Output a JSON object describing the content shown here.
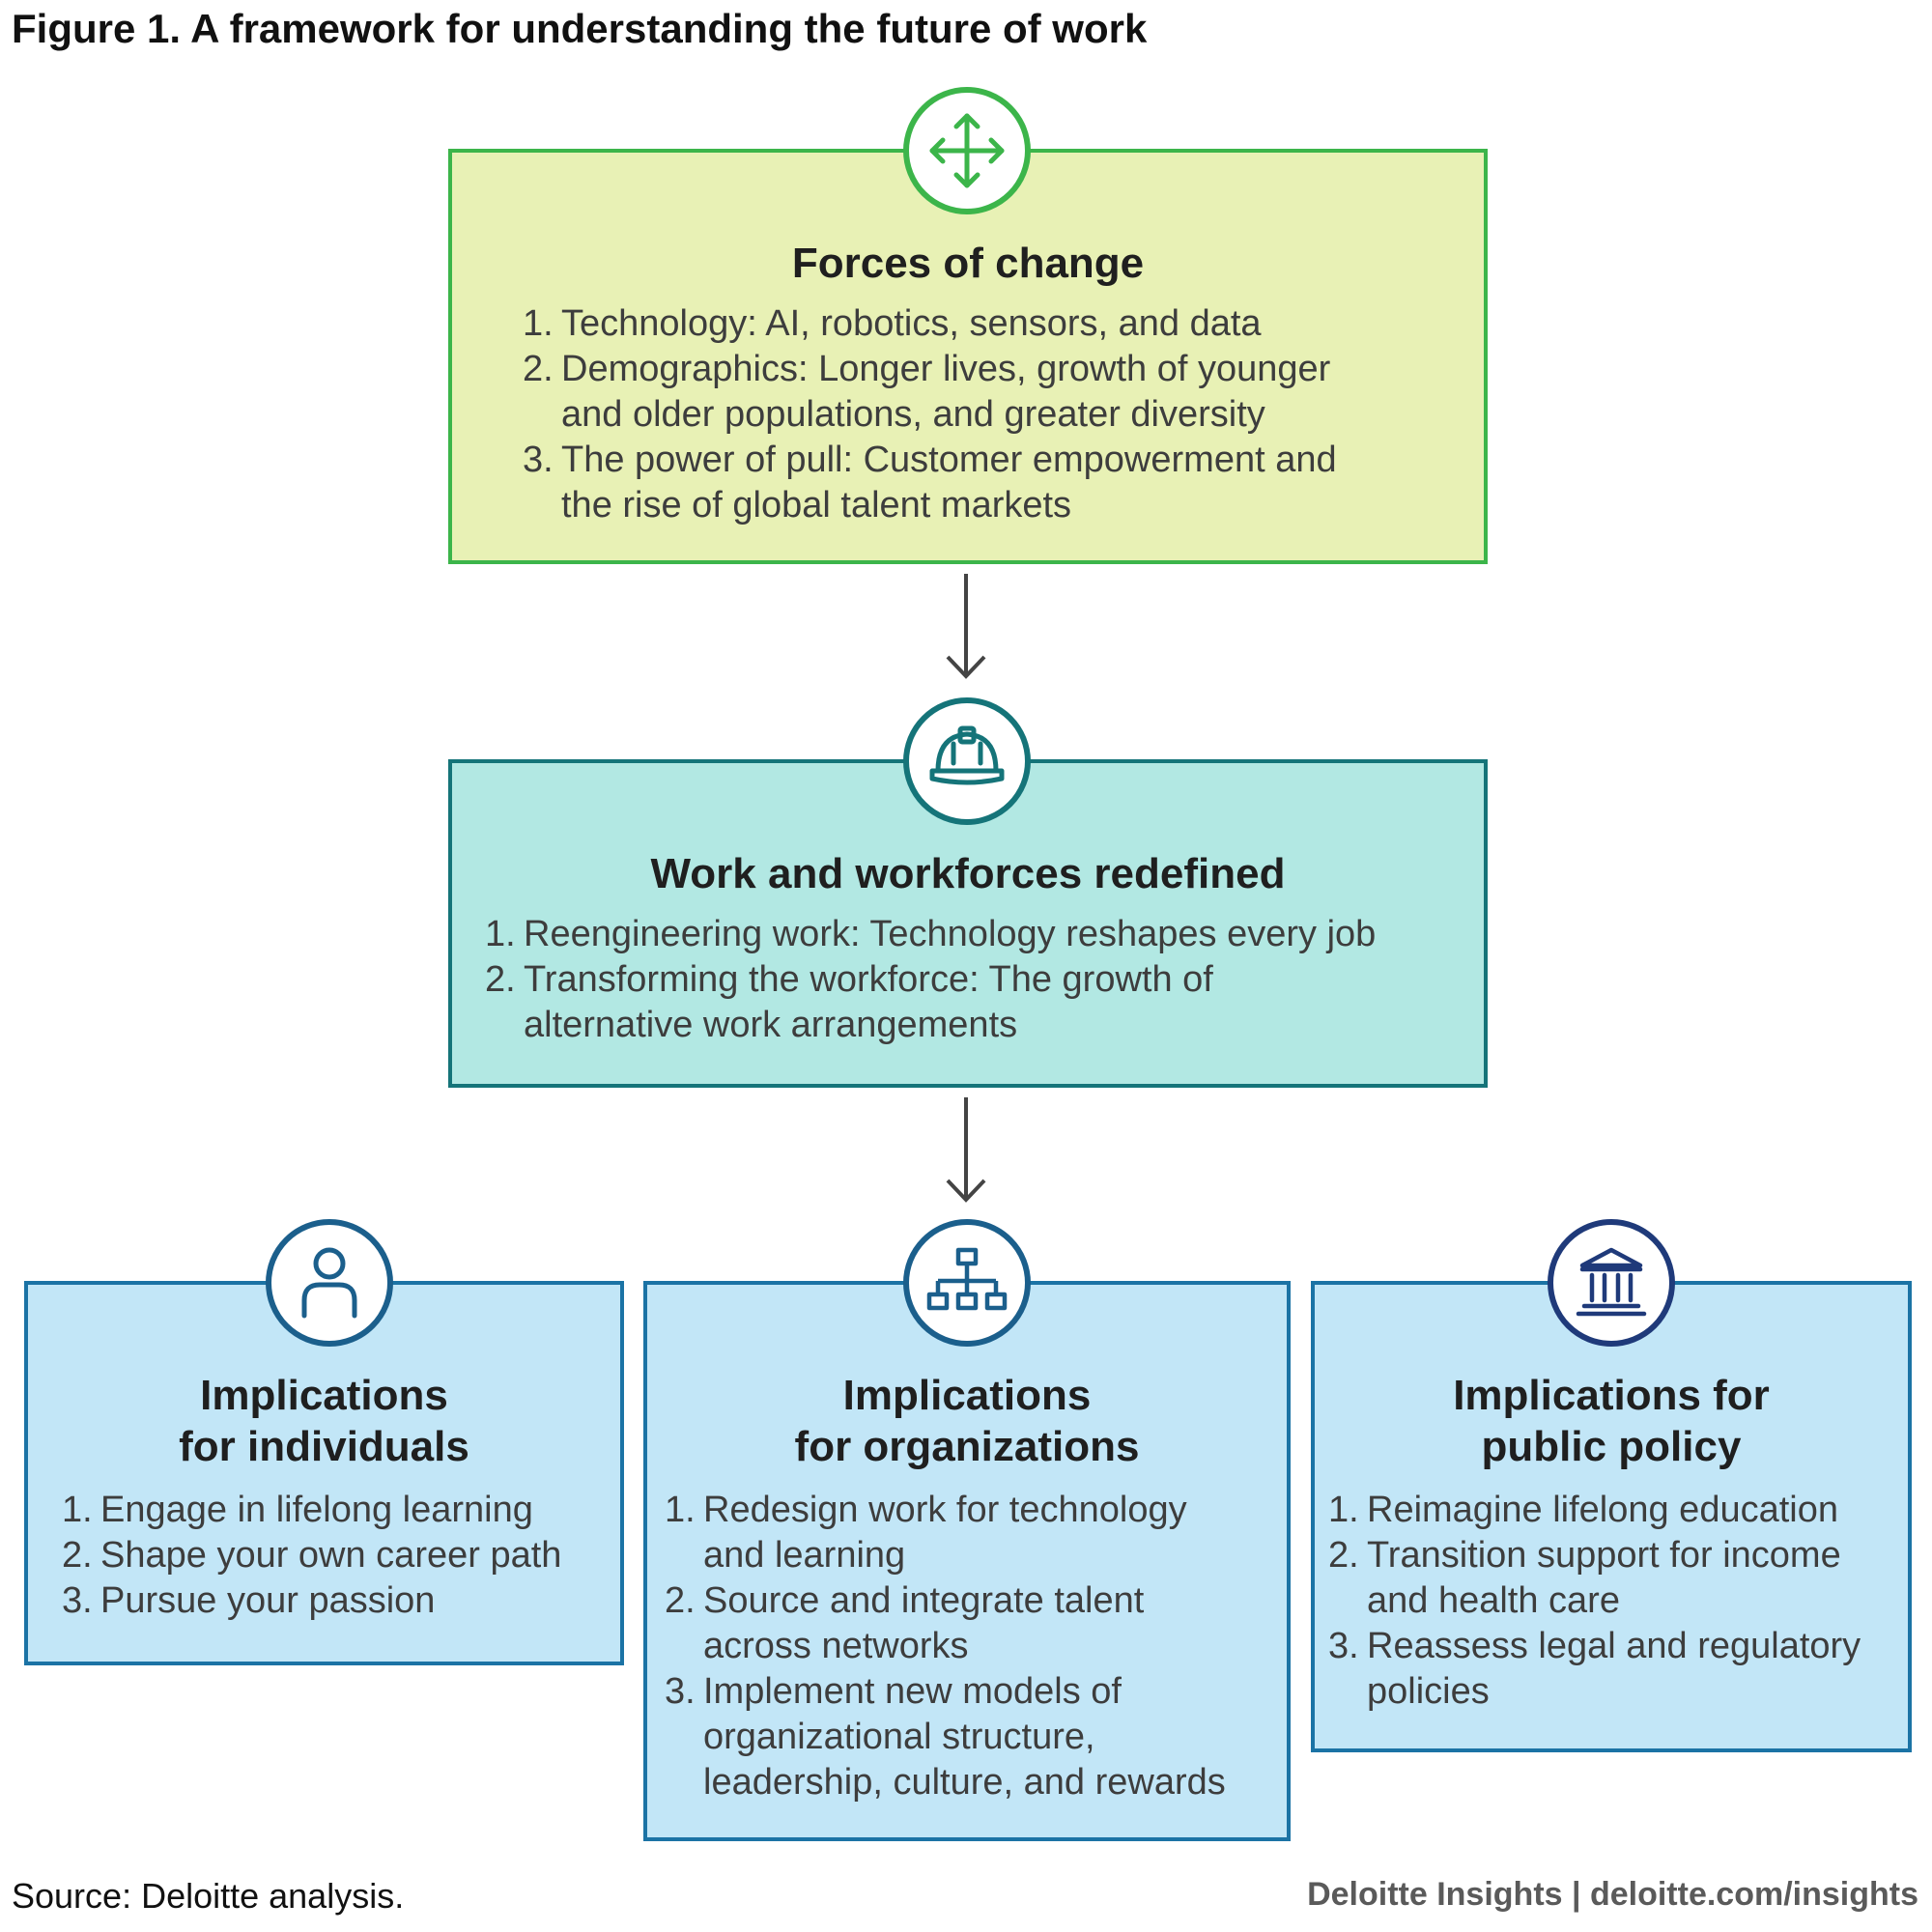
{
  "figure_title": "Figure 1. A framework for understanding the future of work",
  "forces": {
    "title": "Forces of change",
    "icon": "move-arrows-icon",
    "items": [
      {
        "num": "1.",
        "text": "Technology: AI, robotics, sensors, and data"
      },
      {
        "num": "2.",
        "text": "Demographics: Longer lives, growth of younger\nand older populations, and greater diversity"
      },
      {
        "num": "3.",
        "text": "The power of pull: Customer empowerment and\nthe rise of global talent markets"
      }
    ]
  },
  "work": {
    "title": "Work and workforces redefined",
    "icon": "hard-hat-icon",
    "items": [
      {
        "num": "1.",
        "text": "Reengineering work: Technology reshapes every job"
      },
      {
        "num": "2.",
        "text": "Transforming the workforce: The growth of\nalternative work arrangements"
      }
    ]
  },
  "individuals": {
    "title_line1": "Implications",
    "title_line2": "for individuals",
    "icon": "person-icon",
    "items": [
      {
        "num": "1.",
        "text": "Engage in lifelong learning"
      },
      {
        "num": "2.",
        "text": "Shape your own career path"
      },
      {
        "num": "3.",
        "text": "Pursue your passion"
      }
    ]
  },
  "organizations": {
    "title_line1": "Implications",
    "title_line2": "for organizations",
    "icon": "org-chart-icon",
    "items": [
      {
        "num": "1.",
        "text": "Redesign work for technology\nand learning"
      },
      {
        "num": "2.",
        "text": "Source and integrate talent\nacross networks"
      },
      {
        "num": "3.",
        "text": "Implement new models of\norganizational structure,\nleadership, culture, and rewards"
      }
    ]
  },
  "policy": {
    "title_line1": "Implications for",
    "title_line2": "public policy",
    "icon": "government-building-icon",
    "items": [
      {
        "num": "1.",
        "text": "Reimagine lifelong education"
      },
      {
        "num": "2.",
        "text": "Transition support for income\nand health care"
      },
      {
        "num": "3.",
        "text": "Reassess legal and regulatory\npolicies"
      }
    ]
  },
  "colors": {
    "forces_fill": "#e8f1b5",
    "forces_border": "#3cb54a",
    "work_fill": "#b2e8e3",
    "work_border": "#157479",
    "impl_fill": "#c2e6f7",
    "impl_border": "#1b73a5",
    "policy_icon": "#1f3a7a"
  },
  "footer": {
    "source": "Source: Deloitte analysis.",
    "brand": "Deloitte Insights | deloitte.com/insights"
  }
}
